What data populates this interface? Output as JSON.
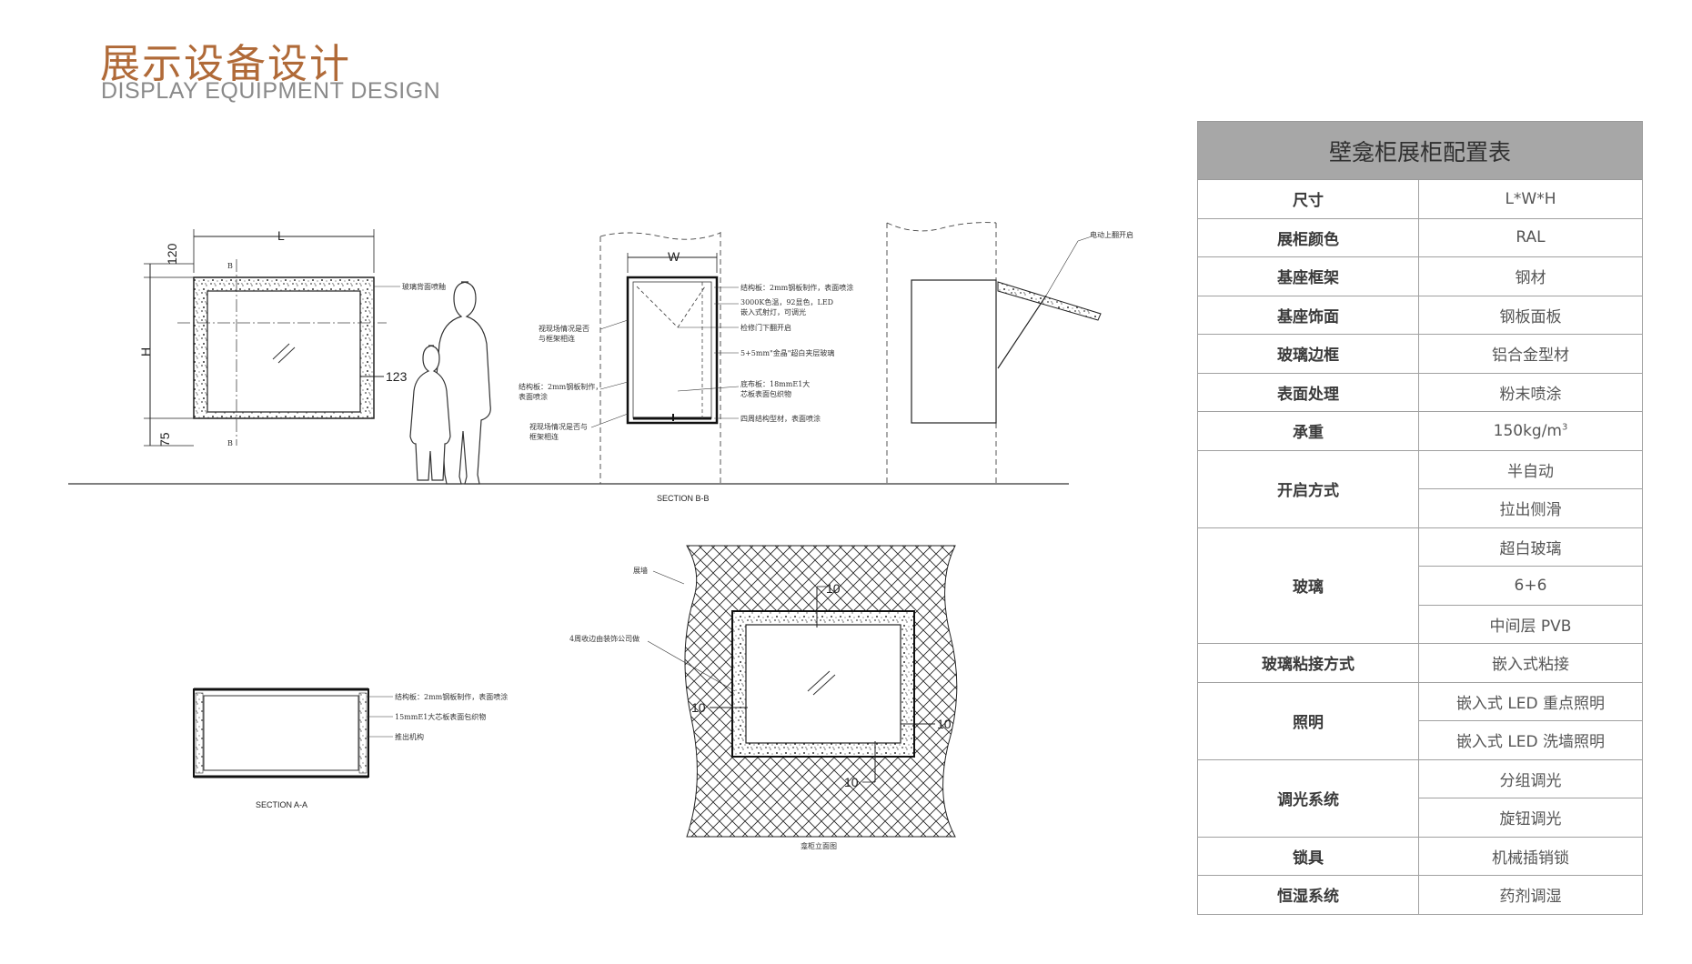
{
  "page": {
    "title_cn": "展示设备设计",
    "title_en": "DISPLAY EQUIPMENT DESIGN"
  },
  "drawing": {
    "dims": {
      "L": "L",
      "W": "W",
      "H": "H",
      "d120": "120",
      "d123": "123",
      "d75": "75",
      "d10": "10",
      "B": "B"
    },
    "front_labels": {
      "glass_back": "玻璃背面喷釉"
    },
    "section_bb": {
      "title": "SECTION B-B",
      "l1": "结构板：2mm钢板制作，表面喷涂",
      "l2a": "3000K色温，92显色，LED",
      "l2b": "嵌入式射灯，可调光",
      "l3": "检修门下翻开启",
      "l4": "5+5mm\"金晶\"超白夹层玻璃",
      "l5a": "底布板：18mmE1大",
      "l5b": "芯板表面包织物",
      "l6": "四周结构型材，表面喷涂",
      "r1a": "视现场情况是否",
      "r1b": "与框架相连",
      "r2a": "结构板：2mm钢板制作，",
      "r2b": "表面喷涂",
      "r3a": "视现场情况是否与",
      "r3b": "框架相连"
    },
    "side": {
      "label": "电动上翻开启"
    },
    "section_aa": {
      "title": "SECTION A-A",
      "l1": "结构板：2mm钢板制作，表面喷涂",
      "l2": "15mmE1大芯板表面包织物",
      "l3": "推出机构"
    },
    "niche": {
      "title": "龛柜立面图",
      "l1": "展墙",
      "l2": "4周收边由装饰公司做"
    }
  },
  "table": {
    "title": "壁龛柜展柜配置表",
    "rows": [
      {
        "k": "尺寸",
        "v": "L*W*H"
      },
      {
        "k": "展柜颜色",
        "v": "RAL"
      },
      {
        "k": "基座框架",
        "v": "钢材"
      },
      {
        "k": "基座饰面",
        "v": "钢板面板"
      },
      {
        "k": "玻璃边框",
        "v": "铝合金型材"
      },
      {
        "k": "表面处理",
        "v": "粉末喷涂"
      },
      {
        "k": "承重",
        "v": "150kg/m",
        "sup": "3"
      },
      {
        "k": "开启方式",
        "v1": "半自动",
        "v2": "拉出侧滑"
      },
      {
        "k": "玻璃",
        "v1": "超白玻璃",
        "v2": "6+6",
        "v3": "中间层 PVB"
      },
      {
        "k": "玻璃粘接方式",
        "v": "嵌入式粘接"
      },
      {
        "k": "照明",
        "v1": "嵌入式 LED 重点照明",
        "v2": "嵌入式 LED 洗墙照明"
      },
      {
        "k": "调光系统",
        "v1": "分组调光",
        "v2": "旋钮调光"
      },
      {
        "k": "锁具",
        "v": "机械插销锁"
      },
      {
        "k": "恒湿系统",
        "v": "药剂调湿"
      }
    ]
  }
}
